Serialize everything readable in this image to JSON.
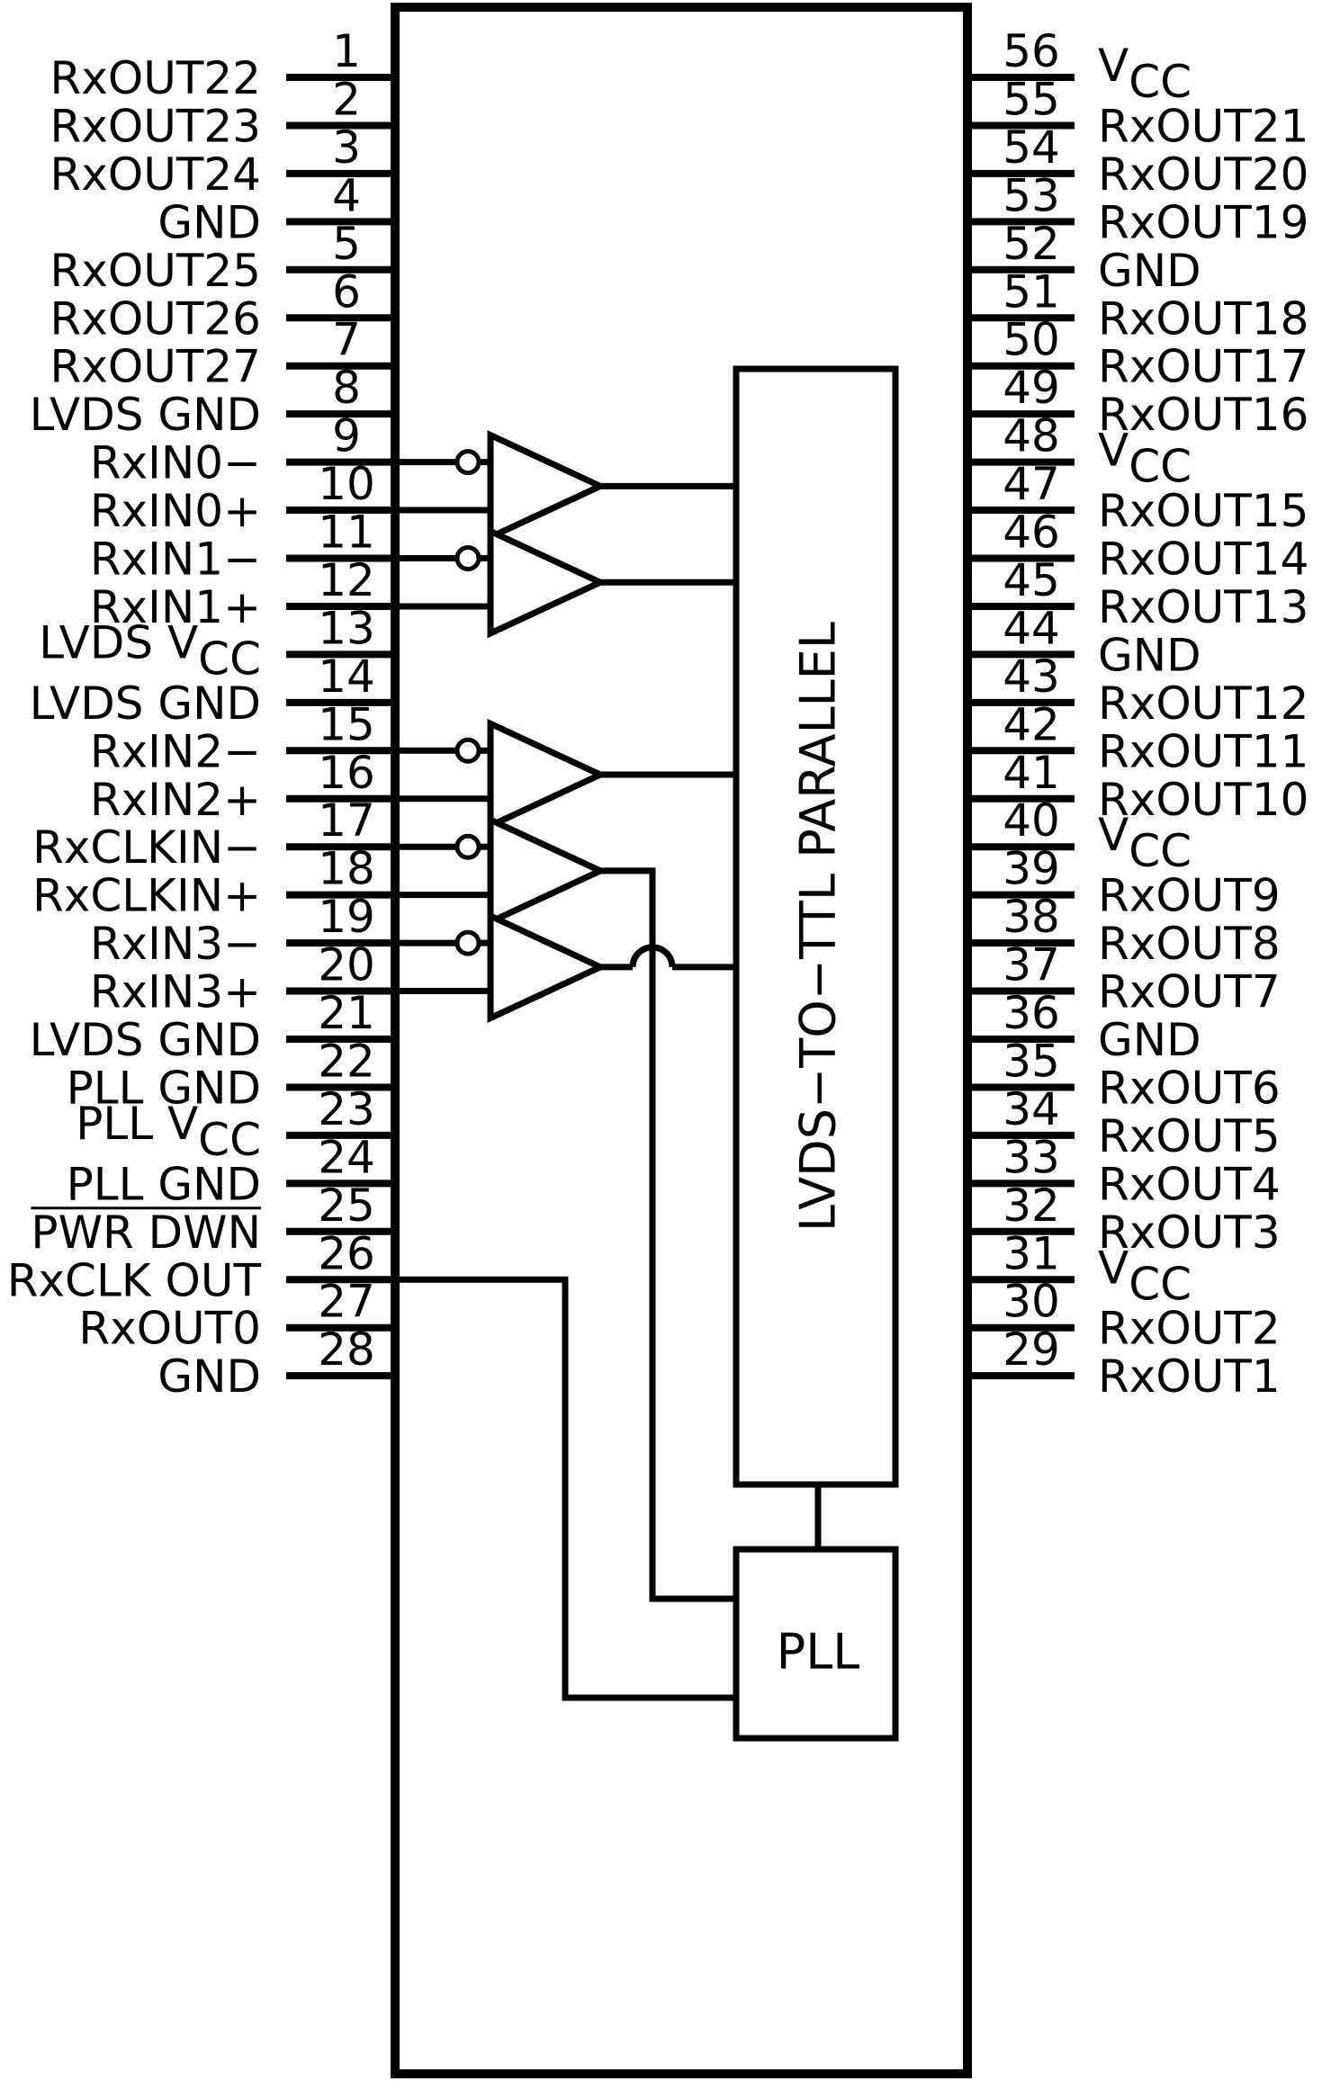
{
  "pins": [
    {
      "n": "1",
      "side": "left",
      "name": "RxOUT22"
    },
    {
      "n": "2",
      "side": "left",
      "name": "RxOUT23"
    },
    {
      "n": "3",
      "side": "left",
      "name": "RxOUT24"
    },
    {
      "n": "4",
      "side": "left",
      "name": "GND"
    },
    {
      "n": "5",
      "side": "left",
      "name": "RxOUT25"
    },
    {
      "n": "6",
      "side": "left",
      "name": "RxOUT26"
    },
    {
      "n": "7",
      "side": "left",
      "name": "RxOUT27"
    },
    {
      "n": "8",
      "side": "left",
      "name": "LVDS GND"
    },
    {
      "n": "9",
      "side": "left",
      "name": "RxIN0−"
    },
    {
      "n": "10",
      "side": "left",
      "name": "RxIN0+"
    },
    {
      "n": "11",
      "side": "left",
      "name": "RxIN1−"
    },
    {
      "n": "12",
      "side": "left",
      "name": "RxIN1+"
    },
    {
      "n": "13",
      "side": "left",
      "name": "LVDS V",
      "sub": "CC"
    },
    {
      "n": "14",
      "side": "left",
      "name": "LVDS GND"
    },
    {
      "n": "15",
      "side": "left",
      "name": "RxIN2−"
    },
    {
      "n": "16",
      "side": "left",
      "name": "RxIN2+"
    },
    {
      "n": "17",
      "side": "left",
      "name": "RxCLKIN−"
    },
    {
      "n": "18",
      "side": "left",
      "name": "RxCLKIN+"
    },
    {
      "n": "19",
      "side": "left",
      "name": "RxIN3−"
    },
    {
      "n": "20",
      "side": "left",
      "name": "RxIN3+"
    },
    {
      "n": "21",
      "side": "left",
      "name": "LVDS GND"
    },
    {
      "n": "22",
      "side": "left",
      "name": "PLL GND"
    },
    {
      "n": "23",
      "side": "left",
      "name": "PLL V",
      "sub": "CC"
    },
    {
      "n": "24",
      "side": "left",
      "name": "PLL GND"
    },
    {
      "n": "25",
      "side": "left",
      "name": "PWR DWN",
      "overline": true
    },
    {
      "n": "26",
      "side": "left",
      "name": "RxCLK OUT"
    },
    {
      "n": "27",
      "side": "left",
      "name": "RxOUT0"
    },
    {
      "n": "28",
      "side": "left",
      "name": "GND"
    },
    {
      "n": "56",
      "side": "right",
      "name": "V",
      "sub": "CC"
    },
    {
      "n": "55",
      "side": "right",
      "name": "RxOUT21"
    },
    {
      "n": "54",
      "side": "right",
      "name": "RxOUT20"
    },
    {
      "n": "53",
      "side": "right",
      "name": "RxOUT19"
    },
    {
      "n": "52",
      "side": "right",
      "name": "GND"
    },
    {
      "n": "51",
      "side": "right",
      "name": "RxOUT18"
    },
    {
      "n": "50",
      "side": "right",
      "name": "RxOUT17"
    },
    {
      "n": "49",
      "side": "right",
      "name": "RxOUT16"
    },
    {
      "n": "48",
      "side": "right",
      "name": "V",
      "sub": "CC"
    },
    {
      "n": "47",
      "side": "right",
      "name": "RxOUT15"
    },
    {
      "n": "46",
      "side": "right",
      "name": "RxOUT14"
    },
    {
      "n": "45",
      "side": "right",
      "name": "RxOUT13"
    },
    {
      "n": "44",
      "side": "right",
      "name": "GND"
    },
    {
      "n": "43",
      "side": "right",
      "name": "RxOUT12"
    },
    {
      "n": "42",
      "side": "right",
      "name": "RxOUT11"
    },
    {
      "n": "41",
      "side": "right",
      "name": "RxOUT10"
    },
    {
      "n": "40",
      "side": "right",
      "name": "V",
      "sub": "CC"
    },
    {
      "n": "39",
      "side": "right",
      "name": "RxOUT9"
    },
    {
      "n": "38",
      "side": "right",
      "name": "RxOUT8"
    },
    {
      "n": "37",
      "side": "right",
      "name": "RxOUT7"
    },
    {
      "n": "36",
      "side": "right",
      "name": "GND"
    },
    {
      "n": "35",
      "side": "right",
      "name": "RxOUT6"
    },
    {
      "n": "34",
      "side": "right",
      "name": "RxOUT5"
    },
    {
      "n": "33",
      "side": "right",
      "name": "RxOUT4"
    },
    {
      "n": "32",
      "side": "right",
      "name": "RxOUT3"
    },
    {
      "n": "31",
      "side": "right",
      "name": "V",
      "sub": "CC"
    },
    {
      "n": "30",
      "side": "right",
      "name": "RxOUT2"
    },
    {
      "n": "29",
      "side": "right",
      "name": "RxOUT1"
    }
  ],
  "blocks": {
    "converter_label": "LVDS−TO−TTL PARALLEL",
    "pll_label": "PLL"
  },
  "colors": {
    "stroke": "#000000",
    "background": "#ffffff"
  }
}
